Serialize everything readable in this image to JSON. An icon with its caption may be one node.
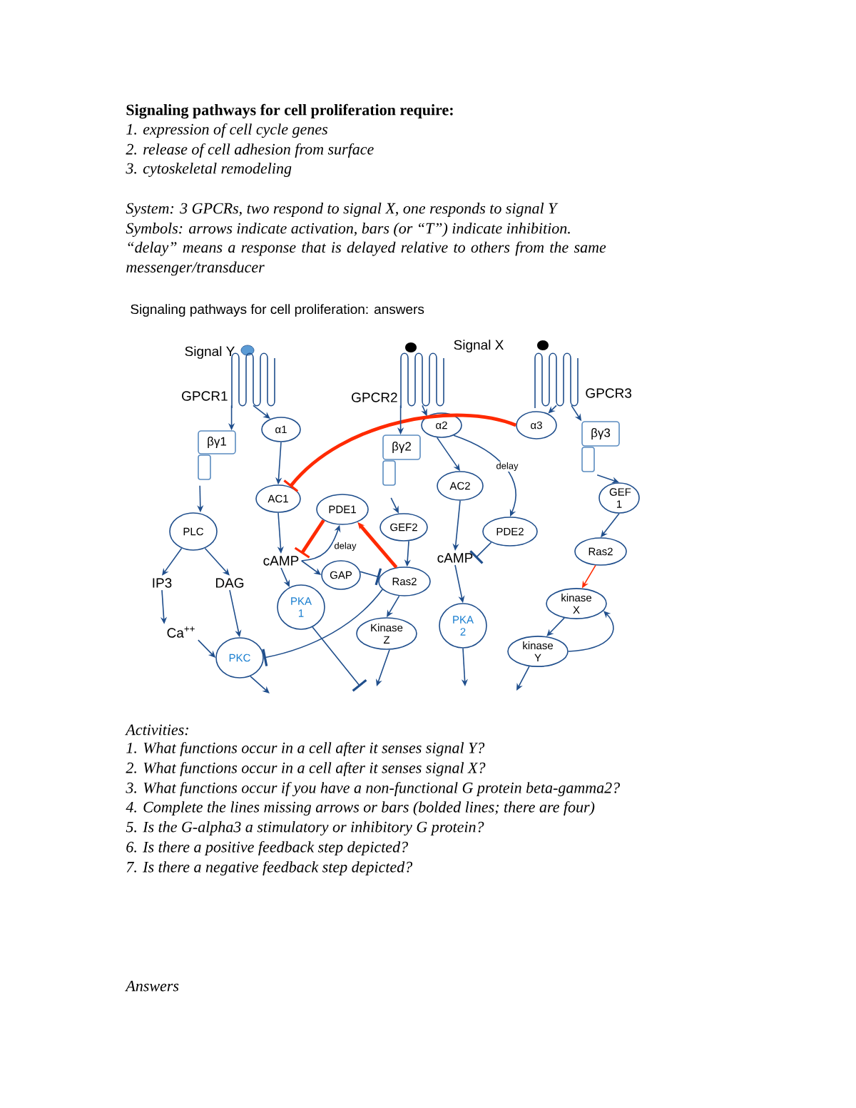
{
  "diagram": {
    "title": "Signaling pathways for cell proliferation require:",
    "nodes": [
      {
        "text": [
          "GPCR1"
        ]
      },
      {
        "text": [
          "GPCR2"
        ]
      },
      {
        "text": [
          "GPCR3"
        ]
      },
      {
        "text": [
          "βγ1"
        ]
      },
      {
        "text": [
          "α1"
        ]
      },
      {
        "text": [
          "PLC"
        ]
      },
      {
        "text": [
          "AC1"
        ]
      },
      {
        "text": [
          "PDE1"
        ]
      },
      {
        "text": [
          "GEF2"
        ]
      },
      {
        "text": [
          "βγ2"
        ]
      },
      {
        "text": [
          "α2"
        ]
      },
      {
        "text": [
          "α3"
        ]
      },
      {
        "text": [
          "βγ3"
        ]
      },
      {
        "text": [
          "AC2"
        ]
      },
      {
        "text": [
          "PDE2"
        ]
      },
      {
        "text": [
          "GEF 1"
        ]
      },
      {
        "text": [
          "Ras2"
        ]
      },
      {
        "text": [
          "cAMP"
        ]
      },
      {
        "text": [
          "IP3"
        ]
      },
      {
        "text": [
          "DAG"
        ]
      },
      {
        "text": [
          "Ca$^{++}$"
        ]
      },
      {
        "text": [
          "PKC"
        ]
      },
      {
        "text": [
          "PKA 1"
        ]
      },
      {
        "text": [
          "GAP"
        ]
      },
      {
        "text": [
          "Ras2"
        ]
      },
      {
        "text": [
          "Kinase Z"
        ]
      },
      {
        "text": [
          "cAMP"
        ]
      },
      {
        "text": [
          "PKA 2"
        ]
      },
      {
        "text": [
          "kinase X"
        ]
      },
      {
        "text": [
          "kinase Y"
        ]
      }
    ],
    "edges": [
      {
        "from": 0,
        "to": 3,
        "arrow": "to"
      },
      {
        "from": 0,
        "to": 4,
        "arrow": "to"
      },
      {
        "from": 4,
        "to": 6,
        "arrow": "to"
      },
      {
        "from": 11,
        "to": 6,
        "arrow": "other",
        "style": "thick",
        "color": "#ff2a00"
      },
      {
        "from": 3,
        "to": 5,
        "arrow": "to"
      },
      {
        "from": 5,
        "to": 18,
        "arrow": "to"
      },
      {
        "from": 5,
        "to": 19,
        "arrow": "to"
      },
      {
        "from": 18,
        "to": 20,
        "arrow": "to"
      },
      {
        "from": 19,
        "to": 21,
        "arrow": "to"
      },
      {
        "from": 20,
        "to": 21,
        "arrow": "to"
      },
      {
        "from": 6,
        "to": 17,
        "arrow": "to"
      },
      {
        "from": 17,
        "to": 22,
        "arrow": "to"
      },
      {
        "from": 17,
        "to": 23,
        "arrow": "to"
      },
      {
        "from": 17,
        "to": 7,
        "arrow": "to",
        "label": "delay"
      },
      {
        "from": 7,
        "to": 17,
        "arrow": "other",
        "style": "thick",
        "color": "#ff2a00"
      },
      {
        "from": 23,
        "to": 24,
        "arrow": "other"
      },
      {
        "from": 24,
        "to": 7,
        "arrow": "to",
        "style": "thick",
        "color": "#ff2a00"
      },
      {
        "from": 24,
        "to": 21,
        "arrow": "other"
      },
      {
        "from": 24,
        "to": 25,
        "arrow": "to"
      },
      {
        "from": 22,
        "to": null,
        "arrow": "other"
      },
      {
        "from": 21,
        "to": null,
        "arrow": "to"
      },
      {
        "from": 25,
        "to": null,
        "arrow": "to"
      },
      {
        "from": 27,
        "to": null,
        "arrow": "to"
      },
      {
        "from": 29,
        "to": null,
        "arrow": "to"
      },
      {
        "from": 1,
        "to": 9,
        "arrow": "to"
      },
      {
        "from": 1,
        "to": 10,
        "arrow": "to"
      },
      {
        "from": 9,
        "to": 8,
        "arrow": "to"
      },
      {
        "from": 8,
        "to": 24,
        "arrow": "to"
      },
      {
        "from": 10,
        "to": 13,
        "arrow": "to"
      },
      {
        "from": 10,
        "to": 14,
        "arrow": "to",
        "label": "delay"
      },
      {
        "from": 13,
        "to": 26,
        "arrow": "to"
      },
      {
        "from": 14,
        "to": 26,
        "arrow": "other"
      },
      {
        "from": 26,
        "to": 27,
        "arrow": "to"
      },
      {
        "from": 2,
        "to": 11,
        "arrow": "to"
      },
      {
        "from": 2,
        "to": 12,
        "arrow": "to"
      },
      {
        "from": 12,
        "to": 15,
        "arrow": "to"
      },
      {
        "from": 15,
        "to": 16,
        "arrow": "to"
      },
      {
        "from": 16,
        "to": 28,
        "arrow": "to",
        "color": "#ff2a00"
      },
      {
        "from": 28,
        "to": 29,
        "arrow": "to"
      },
      {
        "from": 29,
        "to": 28,
        "arrow": "to"
      }
    ],
    "labels": [
      "1. expression of cell cycle genes",
      "2. release of cell adhesion from surface",
      "3. cytoskeletal remodeling",
      "System:  3 GPCRs, two respond to signal X, one responds to signal Y",
      "Symbols:  arrows indicate activation, bars (or “T”) indicate inhibition.",
      "“delay” means a response that is delayed relative to others from the same messenger/transducer",
      "Signaling pathways for cell proliferation:  answers",
      "Signal Y",
      "Signal X",
      "Activities:",
      "1. What functions occur in a cell after it senses signal Y?",
      "2. What functions occur in a cell after it senses signal X?",
      "3. What functions occur if you have a non-functional G protein beta-gamma2?",
      "4. Complete the lines missing arrows or bars (bolded lines; there are four)",
      "5. Is the G-alpha3 a stimulatory or inhibitory G protein?",
      "6. Is there a positive feedback step depicted?",
      "7. Is there a negative feedback step depicted?",
      "Answers"
    ]
  }
}
